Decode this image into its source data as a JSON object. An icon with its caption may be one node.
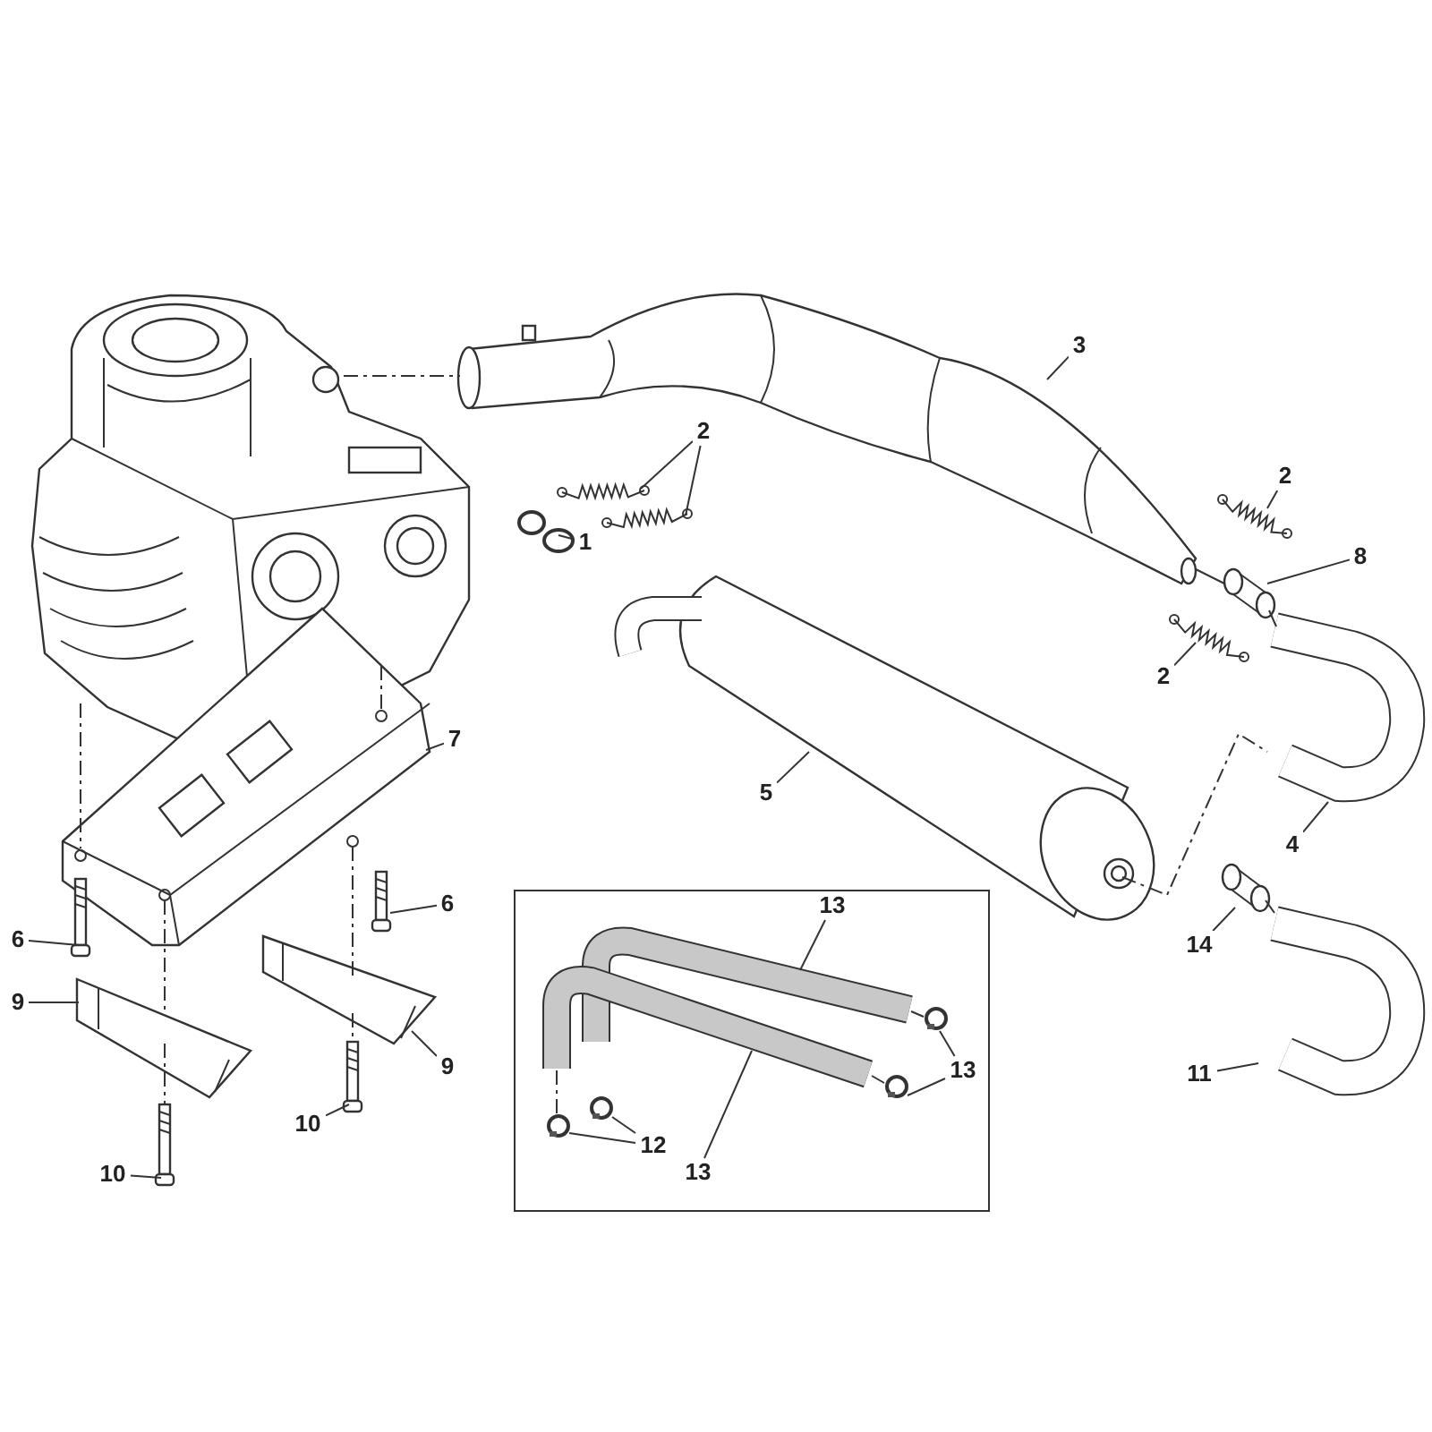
{
  "diagram": {
    "nodes": [
      {
        "text": [],
        "shape": "picture"
      },
      {
        "text": [],
        "shape": "picture"
      },
      {
        "text": [],
        "shape": "picture"
      },
      {
        "text": [],
        "shape": "picture"
      },
      {
        "text": [],
        "shape": "picture"
      },
      {
        "text": [],
        "shape": "picture"
      },
      {
        "text": [],
        "shape": "picture"
      },
      {
        "text": [],
        "shape": "picture"
      },
      {
        "text": [],
        "shape": "picture"
      },
      {
        "text": [],
        "shape": "picture"
      },
      {
        "text": [],
        "shape": "picture"
      },
      {
        "text": [],
        "shape": "picture"
      },
      {
        "text": [],
        "shape": "picture"
      },
      {
        "text": [],
        "shape": "picture"
      },
      {
        "text": [],
        "shape": "picture"
      },
      {
        "text": [],
        "shape": "picture"
      },
      {
        "text": [],
        "shape": "picture"
      },
      {
        "text": [],
        "shape": "picture"
      },
      {
        "text": [],
        "shape": "picture"
      },
      {
        "text": [],
        "shape": "box"
      },
      {
        "text": [],
        "shape": "picture",
        "in": 19
      },
      {
        "text": [],
        "shape": "picture",
        "in": 19
      },
      {
        "text": [],
        "shape": "picture",
        "in": 19
      },
      {
        "text": [],
        "shape": "picture",
        "in": 19
      },
      {
        "text": [],
        "shape": "picture",
        "in": 19
      },
      {
        "text": [],
        "shape": "picture",
        "in": 19
      },
      {
        "text": [
          "1"
        ]
      },
      {
        "text": [
          "2"
        ]
      },
      {
        "text": [
          "3"
        ]
      },
      {
        "text": [
          "2"
        ]
      },
      {
        "text": [
          "8"
        ]
      },
      {
        "text": [
          "2"
        ]
      },
      {
        "text": [
          "5"
        ]
      },
      {
        "text": [
          "4"
        ]
      },
      {
        "text": [
          "7"
        ]
      },
      {
        "text": [
          "6"
        ]
      },
      {
        "text": [
          "6"
        ]
      },
      {
        "text": [
          "9"
        ]
      },
      {
        "text": [
          "9"
        ]
      },
      {
        "text": [
          "10"
        ]
      },
      {
        "text": [
          "10"
        ]
      },
      {
        "text": [
          "14"
        ]
      },
      {
        "text": [
          "11"
        ]
      },
      {
        "text": [
          "13"
        ],
        "in": 19
      },
      {
        "text": [
          "13"
        ],
        "in": 19
      },
      {
        "text": [
          "13"
        ],
        "in": 19
      },
      {
        "text": [
          "12"
        ],
        "in": 19
      }
    ],
    "edges": [
      {
        "from": 26,
        "to": 2,
        "arrow": "none"
      },
      {
        "from": 27,
        "to": 3,
        "arrow": "none"
      },
      {
        "from": 27,
        "to": 4,
        "arrow": "none"
      },
      {
        "from": 28,
        "to": 1,
        "arrow": "none"
      },
      {
        "from": 29,
        "to": 5,
        "arrow": "none"
      },
      {
        "from": 30,
        "to": 7,
        "arrow": "none"
      },
      {
        "from": 31,
        "to": 6,
        "arrow": "none"
      },
      {
        "from": 32,
        "to": 8,
        "arrow": "none"
      },
      {
        "from": 33,
        "to": 9,
        "arrow": "none"
      },
      {
        "from": 34,
        "to": 10,
        "arrow": "none"
      },
      {
        "from": 35,
        "to": 12,
        "arrow": "none"
      },
      {
        "from": 36,
        "to": 11,
        "arrow": "none"
      },
      {
        "from": 37,
        "to": 13,
        "arrow": "none"
      },
      {
        "from": 38,
        "to": 14,
        "arrow": "none"
      },
      {
        "from": 39,
        "to": 15,
        "arrow": "none"
      },
      {
        "from": 40,
        "to": 16,
        "arrow": "none"
      },
      {
        "from": 41,
        "to": 17,
        "arrow": "none"
      },
      {
        "from": 42,
        "to": 18,
        "arrow": "none"
      },
      {
        "from": 43,
        "to": 20,
        "arrow": "none"
      },
      {
        "from": 44,
        "to": 21,
        "arrow": "none"
      },
      {
        "from": 45,
        "to": 24,
        "arrow": "none"
      },
      {
        "from": 45,
        "to": 25,
        "arrow": "none"
      },
      {
        "from": 46,
        "to": 22,
        "arrow": "none"
      },
      {
        "from": 46,
        "to": 23,
        "arrow": "none"
      },
      {
        "from": 0,
        "to": 1,
        "arrow": "none",
        "style": "dashed"
      },
      {
        "from": 0,
        "to": 10,
        "arrow": "none",
        "style": "dashed"
      },
      {
        "from": 0,
        "to": 10,
        "arrow": "none",
        "style": "dashed"
      },
      {
        "from": 10,
        "to": 13,
        "arrow": "none",
        "style": "dashed"
      },
      {
        "from": 13,
        "to": 15,
        "arrow": "none",
        "style": "dashed"
      },
      {
        "from": 10,
        "to": 14,
        "arrow": "none",
        "style": "dashed"
      },
      {
        "from": 14,
        "to": 16,
        "arrow": "none",
        "style": "dashed"
      },
      {
        "from": 8,
        "to": 9,
        "arrow": "none",
        "style": "dashed"
      },
      {
        "from": 1,
        "to": 7,
        "arrow": "none"
      },
      {
        "from": 7,
        "to": 9,
        "arrow": "none"
      },
      {
        "from": 17,
        "to": 18,
        "arrow": "none"
      },
      {
        "from": 21,
        "to": 23,
        "arrow": "none",
        "style": "dashed"
      },
      {
        "from": 20,
        "to": 24,
        "arrow": "none"
      },
      {
        "from": 21,
        "to": 25,
        "arrow": "none"
      }
    ]
  }
}
